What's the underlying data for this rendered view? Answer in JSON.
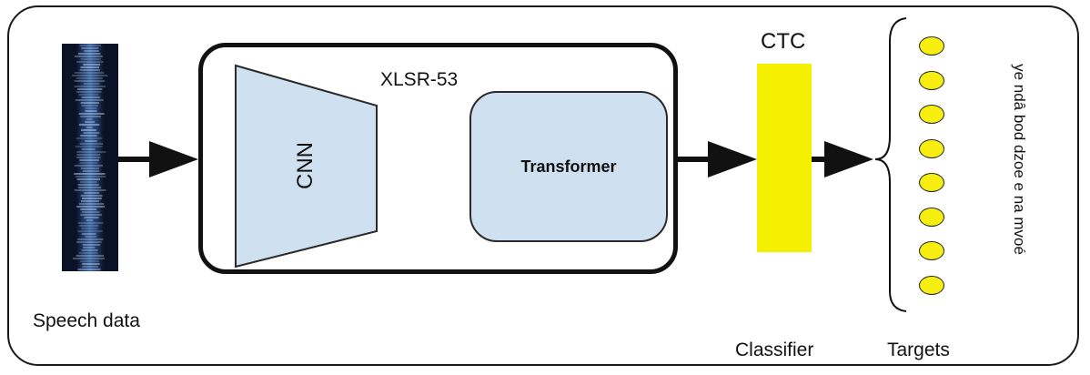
{
  "diagram": {
    "speech_label": "Speech data",
    "xlsr_label": "XLSR-53",
    "cnn_label": "CNN",
    "transformer_label": "Transformer",
    "ctc_label": "CTC",
    "classifier_label": "Classifier",
    "targets_label": "Targets",
    "targets_text": "ye ndâ bod dzoe e na mvoé",
    "target_count": 8,
    "colors": {
      "block_fill": "#cfe0f0",
      "ctc_fill": "#f4f000",
      "target_fill": "#f5ee10",
      "spectrogram_bg": "#0a1228",
      "spectrogram_line": "#8fc3ff"
    }
  }
}
